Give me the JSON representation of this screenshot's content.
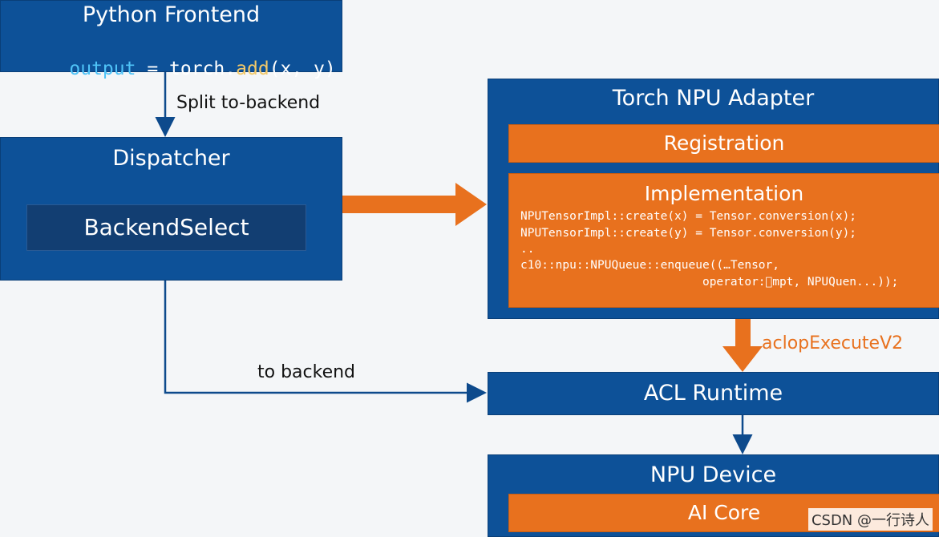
{
  "frontend": {
    "title": "Python Frontend",
    "code": {
      "var": "output",
      "eq": " = ",
      "obj": "torch.",
      "fn": "add",
      "args": "(x, y)"
    }
  },
  "edges": {
    "split_label": "Split to-backend",
    "to_backend_label": "to backend",
    "aclop_label": "aclopExecuteV2"
  },
  "dispatcher": {
    "title": "Dispatcher",
    "inner": "BackendSelect"
  },
  "adapter": {
    "title": "Torch NPU Adapter",
    "registration": "Registration",
    "implementation": {
      "title": "Implementation",
      "lines": [
        "NPUTensorImpl::create(x) = Tensor.conversion(x);",
        "NPUTensorImpl::create(y) = Tensor.conversion(y);",
        "..",
        "c10::npu::NPUQueue::enqueue((…Tensor,",
        "                          operator:\u0000mpt, NPUQuen...));"
      ]
    }
  },
  "acl": {
    "title": "ACL Runtime"
  },
  "device": {
    "title": "NPU Device",
    "core": "AI Core"
  },
  "watermark": "CSDN @一行诗人",
  "colors": {
    "blue": "#0d5198",
    "orange": "#e8711e",
    "arrow_blue": "#0d4a8c",
    "code_var": "#4fc3f7",
    "code_fn": "#f3c969"
  }
}
